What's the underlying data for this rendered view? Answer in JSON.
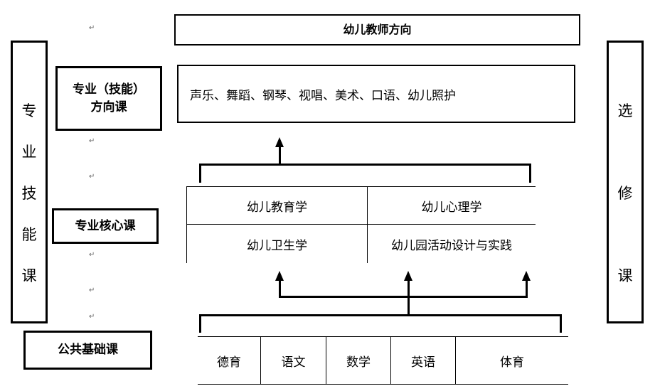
{
  "top_direction": "幼儿教师方向",
  "left_vertical": [
    "专",
    "业",
    "技",
    "能",
    "课"
  ],
  "right_vertical": [
    "选",
    "修",
    "课"
  ],
  "categories": {
    "direction_course": "专业（技能）方向课",
    "core_course": "专业核心课",
    "public_course": "公共基础课"
  },
  "direction_content": "声乐、舞蹈、钢琴、视唱、美术、口语、幼儿照护",
  "core_cells": [
    "幼儿教育学",
    "幼儿心理学",
    "幼儿卫生学",
    "幼儿园活动设计与实践"
  ],
  "public_cells": [
    "德育",
    "语文",
    "数学",
    "英语",
    "体育"
  ]
}
